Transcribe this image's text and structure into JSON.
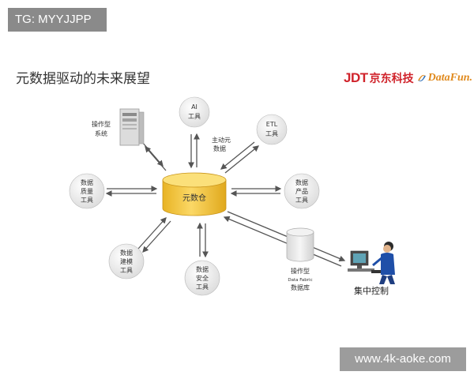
{
  "watermark_top": "TG: MYYJJPP",
  "watermark_bottom": "www.4k-aoke.com",
  "title": "元数据驱动的未来展望",
  "logo": {
    "brand": "JDT",
    "brand_cn": "京东科技",
    "partner": "DataFun."
  },
  "center": {
    "label": "元数仓",
    "color": "#f5c842"
  },
  "nodes": {
    "os": [
      "操作型",
      "系统"
    ],
    "ai": [
      "AI",
      "工具"
    ],
    "active_meta": [
      "主动元",
      "数据"
    ],
    "etl": [
      "ETL",
      "工具"
    ],
    "quality": [
      "数据",
      "质量",
      "工具"
    ],
    "product": [
      "数据",
      "产品",
      "工具"
    ],
    "modeling": [
      "数据",
      "建模",
      "工具"
    ],
    "security": [
      "数据",
      "安全",
      "工具"
    ],
    "db": [
      "操作型",
      "Data Fabric",
      "数据库"
    ],
    "control": "集中控制"
  },
  "colors": {
    "arrow": "#555555",
    "circle": "#eeeeee",
    "accent": "#f5c842",
    "person": "#1f4fa8"
  }
}
